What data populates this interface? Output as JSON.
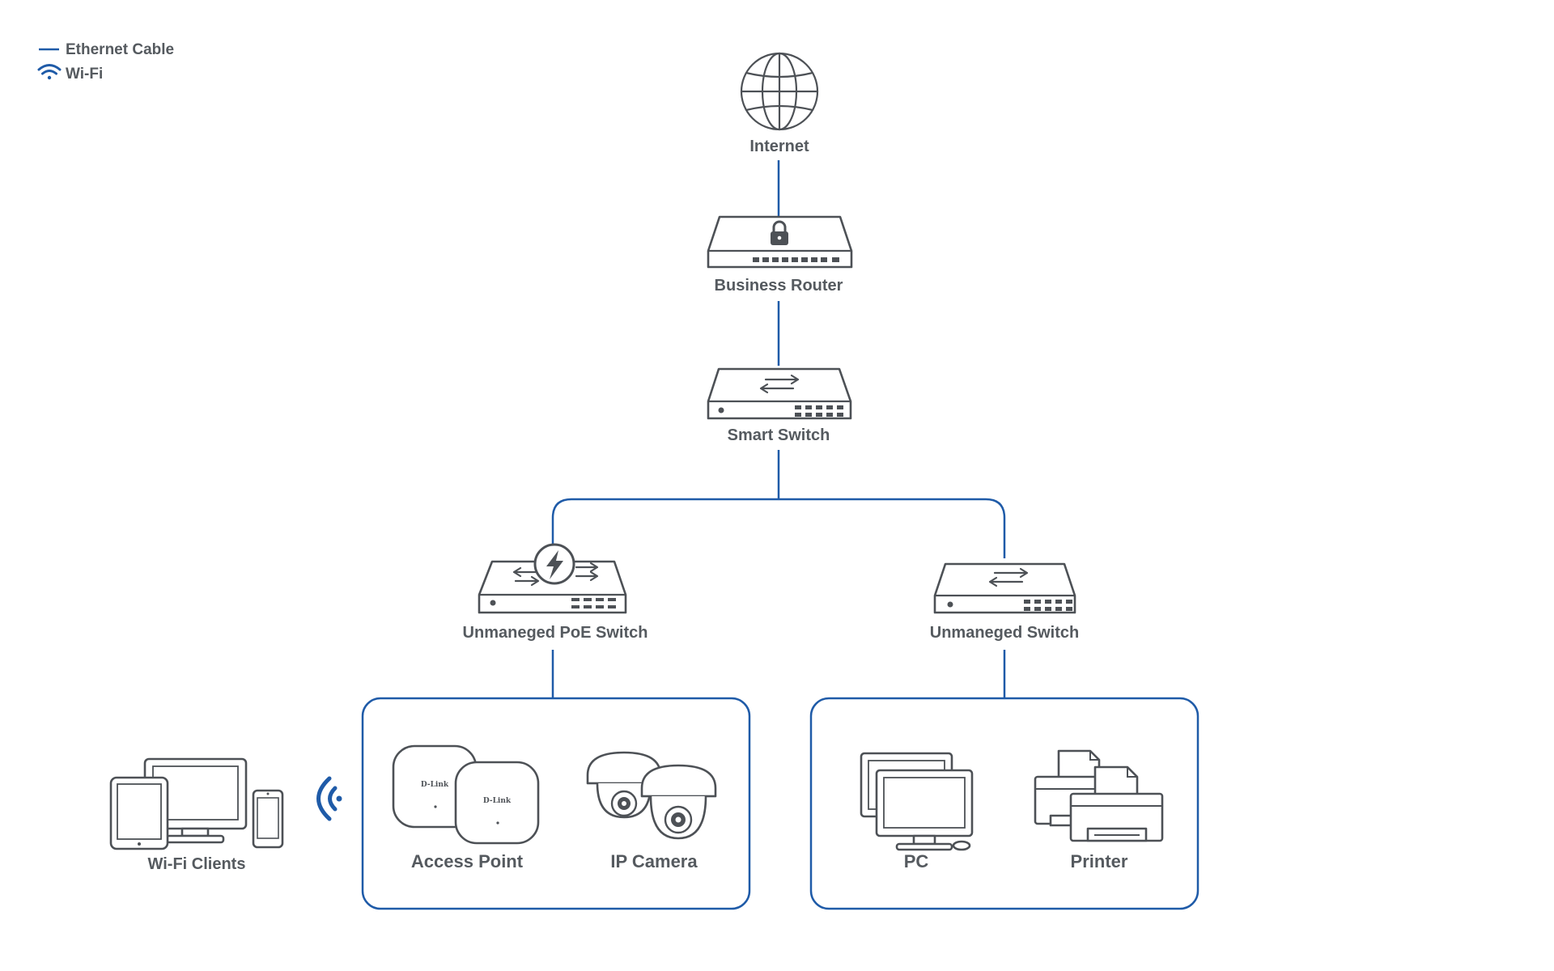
{
  "legend": {
    "ethernet_label": "Ethernet Cable",
    "wifi_label": "Wi-Fi"
  },
  "colors": {
    "link": "#1f5ba8",
    "device": "#4d5156",
    "text": "#555a5f"
  },
  "nodes": {
    "internet": "Internet",
    "router": "Business Router",
    "smart_switch": "Smart Switch",
    "poe_switch": "Unmaneged PoE Switch",
    "unmanaged_switch": "Unmaneged Switch",
    "access_point": "Access Point",
    "ip_camera": "IP Camera",
    "pc": "PC",
    "printer": "Printer",
    "wifi_clients": "Wi-Fi Clients"
  },
  "brand_text": "D-Link"
}
